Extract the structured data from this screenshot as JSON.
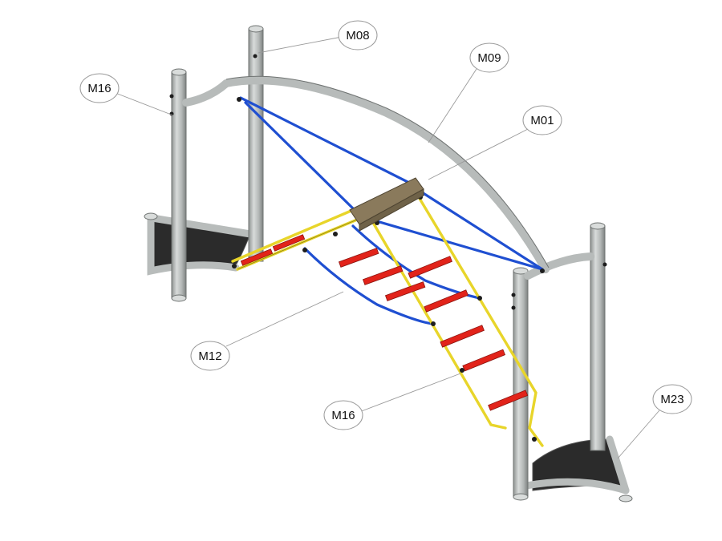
{
  "labels": {
    "m08": "M08",
    "m09": "M09",
    "m16_top": "M16",
    "m01": "M01",
    "m12": "M12",
    "m16_bottom": "M16",
    "m23": "M23"
  },
  "colors": {
    "steel": "#b7bbba",
    "rope_blue": "#1f4fd1",
    "rope_yellow": "#e8d52a",
    "rung_red": "#e2231a",
    "deck_black": "#2b2b2b",
    "plank_wood": "#8a7a5c"
  }
}
